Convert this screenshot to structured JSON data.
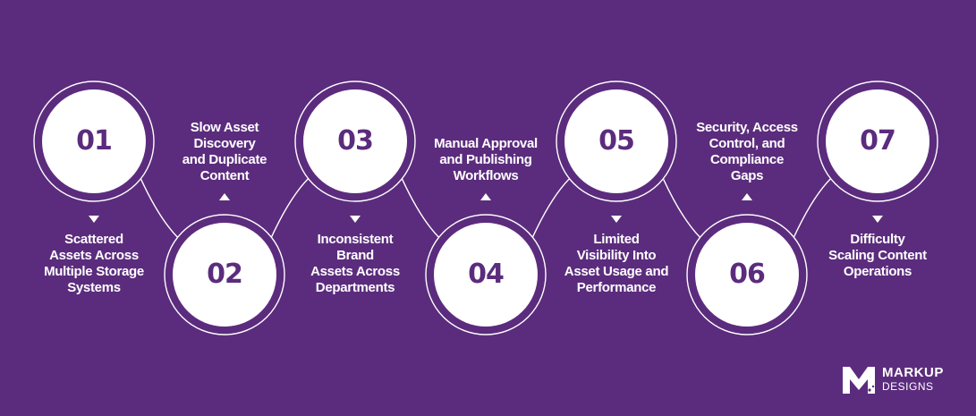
{
  "colors": {
    "background": "#5b2c7d",
    "circle": "#ffffff",
    "number": "#5b2c7d",
    "text": "#ffffff"
  },
  "steps": [
    {
      "number": "01",
      "label": "Scattered\nAssets Across\nMultiple Storage\nSystems"
    },
    {
      "number": "02",
      "label": "Slow Asset\nDiscovery\nand Duplicate\nContent"
    },
    {
      "number": "03",
      "label": "Inconsistent\nBrand\nAssets Across\nDepartments"
    },
    {
      "number": "04",
      "label": "Manual Approval\nand Publishing\nWorkflows"
    },
    {
      "number": "05",
      "label": "Limited\nVisibility Into\nAsset Usage and\nPerformance"
    },
    {
      "number": "06",
      "label": "Security, Access\nControl, and\nCompliance\nGaps"
    },
    {
      "number": "07",
      "label": "Difficulty\nScaling Content\nOperations"
    }
  ],
  "logo": {
    "name": "MARKUP",
    "sub": "DESIGNS",
    "icon": "markup-m-icon"
  }
}
